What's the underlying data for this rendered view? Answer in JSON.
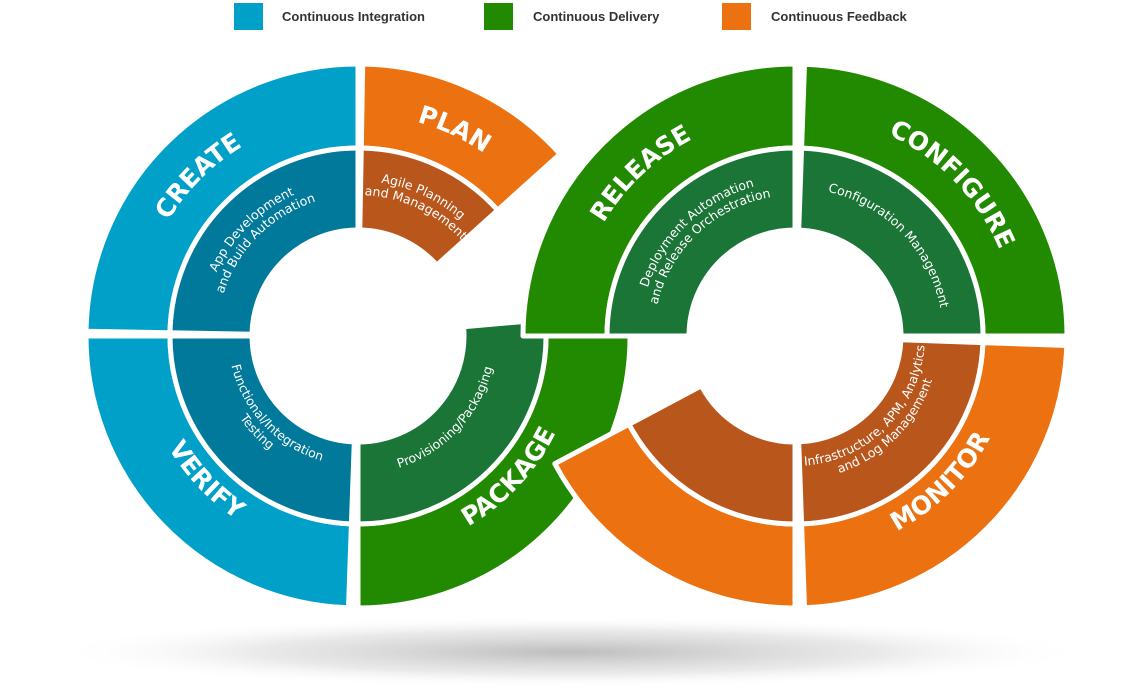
{
  "colors": {
    "ci": "#00a0c9",
    "ci_inner": "#00799a",
    "cd": "#228a00",
    "cd_inner": "#1a7536",
    "cf": "#ec7211",
    "cf_inner": "#b9561c"
  },
  "legend": [
    {
      "label": "Continuous Integration",
      "color": "#00a0c9"
    },
    {
      "label": "Continuous Delivery",
      "color": "#228a00"
    },
    {
      "label": "Continuous Feedback",
      "color": "#ec7211"
    }
  ],
  "stages": {
    "plan": {
      "title": "PLAN",
      "detail_line1": "Agile Planning",
      "detail_line2": "and Management"
    },
    "create": {
      "title": "CREATE",
      "detail_line1": "App Development",
      "detail_line2": "and Build Automation"
    },
    "verify": {
      "title": "VERIFY",
      "detail_line1": "Functional/Integration",
      "detail_line2": "Testing"
    },
    "package": {
      "title": "PACKAGE",
      "detail_line1": "Provisioning/Packaging"
    },
    "release": {
      "title": "RELEASE",
      "detail_line1": "Deployment Automation",
      "detail_line2": "and Release Orchestration"
    },
    "configure": {
      "title": "CONFIGURE",
      "detail_line1": "Configuration Management"
    },
    "monitor": {
      "title": "MONITOR",
      "detail_line1": "Infrastructure, APM, Analytics",
      "detail_line2": "and Log Management"
    }
  }
}
